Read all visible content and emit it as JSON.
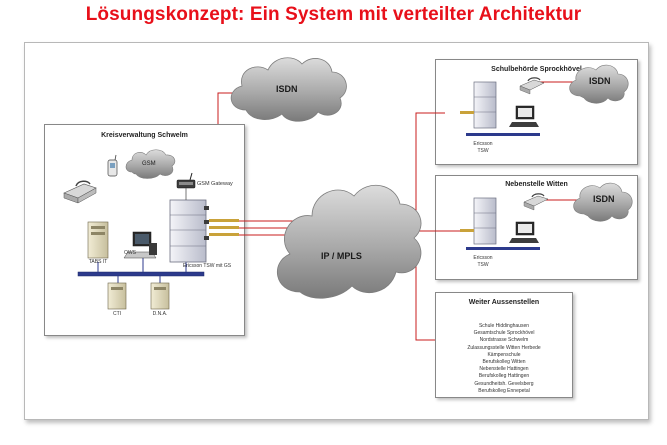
{
  "title": "Lösungskonzept: Ein System mit verteilter Architektur",
  "clouds": {
    "isdn_top": "ISDN",
    "gsm": "GSM",
    "ip_mpls": "IP / MPLS",
    "isdn_schul": "ISDN",
    "isdn_witten": "ISDN"
  },
  "kreis": {
    "title": "Kreisverwaltung Schwelm",
    "gsm_gateway": "GSM Gateway",
    "tabs": "TABS IT",
    "ows": "OWS",
    "ericsson": "Ericsson TSW mit GS",
    "cti": "CTI",
    "dna": "D.N.A."
  },
  "schul": {
    "title": "Schulbehörde Sprockhövel",
    "ericsson": "Ericsson",
    "tsw": "TSW"
  },
  "witten": {
    "title": "Nebenstelle Witten",
    "ericsson": "Ericsson",
    "tsw": "TSW"
  },
  "aussen": {
    "title": "Weiter Aussenstellen",
    "items": [
      "Schule Hiddinghausen",
      "Gesamtschule Sprockhövel",
      "Nordstrasse Schwelm",
      "Zulassungsstelle Witten Herbede",
      "Kämpenschule",
      "Berufskolleg Witten",
      "Nebenstelle Hattingen",
      "Berufskolleg Hattingen",
      "Gesundheitsh. Gevelsberg",
      "Berufskolleg Ennepetal"
    ]
  },
  "colors": {
    "title": "#e8101a",
    "link": "#c81e1e",
    "lan": "#2c3a8c",
    "cloud": "#8c8c8c"
  }
}
